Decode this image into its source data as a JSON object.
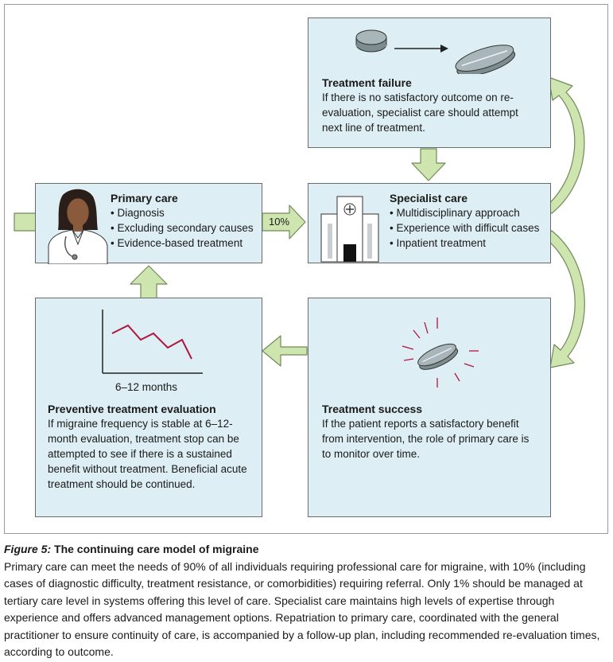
{
  "boxes": {
    "treatment_failure": {
      "title": "Treatment failure",
      "text": "If there is no satisfactory outcome on re-evaluation, specialist care should attempt next line of treatment."
    },
    "primary_care": {
      "title": "Primary care",
      "bullets": [
        "Diagnosis",
        "Excluding secondary causes",
        "Evidence-based treatment"
      ]
    },
    "specialist_care": {
      "title": "Specialist care",
      "bullets": [
        "Multidisciplinary approach",
        "Experience with difficult cases",
        "Inpatient treatment"
      ]
    },
    "preventive": {
      "chart_label": "6–12 months",
      "title": "Preventive treatment evaluation",
      "text": "If migraine frequency is stable at 6–12-month evaluation, treatment stop can be attempted to see if there is a sustained benefit without treatment. Beneficial acute treatment should be continued."
    },
    "treatment_success": {
      "title": "Treatment success",
      "text": "If the patient reports a satisfactory benefit from intervention, the role of primary care is to monitor over time."
    }
  },
  "arrows": {
    "referral_label": "10%"
  },
  "caption": {
    "figure": "Figure 5:",
    "title": "The continuing care model of migraine",
    "body": "Primary care can meet the needs of 90% of all individuals requiring professional care for migraine, with 10% (including cases of diagnostic difficulty, treatment resistance, or comorbidities) requiring referral. Only 1% should be managed at tertiary care level in systems offering this level of care. Specialist care maintains high levels of expertise through experience and offers advanced management options. Repatriation to primary care, coordinated with the general practitioner to ensure continuity of care, is accompanied by a follow-up plan, including recommended re-evaluation times, according to outcome."
  },
  "colors": {
    "box_fill": "#ddeef4",
    "arrow_fill": "#cfe5b0",
    "arrow_stroke": "#6f8a5a",
    "trend_line": "#b0163f"
  },
  "icons": [
    "pill-icon",
    "arrow-right-icon",
    "flat-pill-icon",
    "doctor-icon",
    "hospital-icon",
    "trend-chart-icon",
    "effective-pill-icon"
  ]
}
